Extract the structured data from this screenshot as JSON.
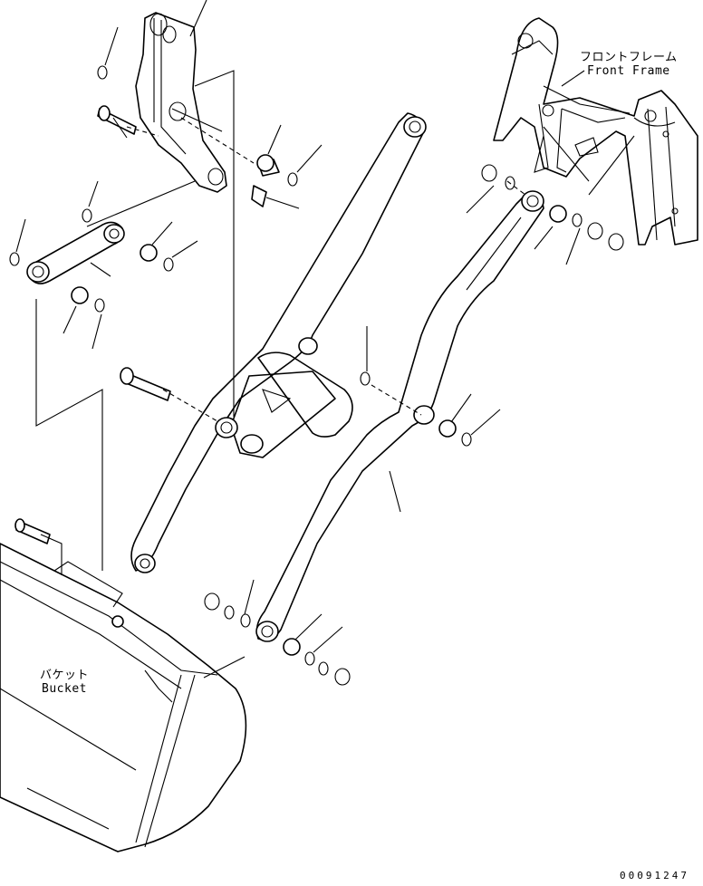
{
  "labels": {
    "front_frame_ja": "フロントフレーム",
    "front_frame_en": "Front Frame",
    "bucket_ja": "バケット",
    "bucket_en": "Bucket",
    "drawing_code": "00091247"
  },
  "diagram": {
    "type": "exploded-parts-view",
    "components": [
      "bellcrank",
      "tilt-link",
      "lift-arm-left",
      "lift-arm-right",
      "cross-tube",
      "front-frame",
      "bucket",
      "pins",
      "bushings",
      "seals",
      "shims",
      "grease-fitting"
    ]
  }
}
